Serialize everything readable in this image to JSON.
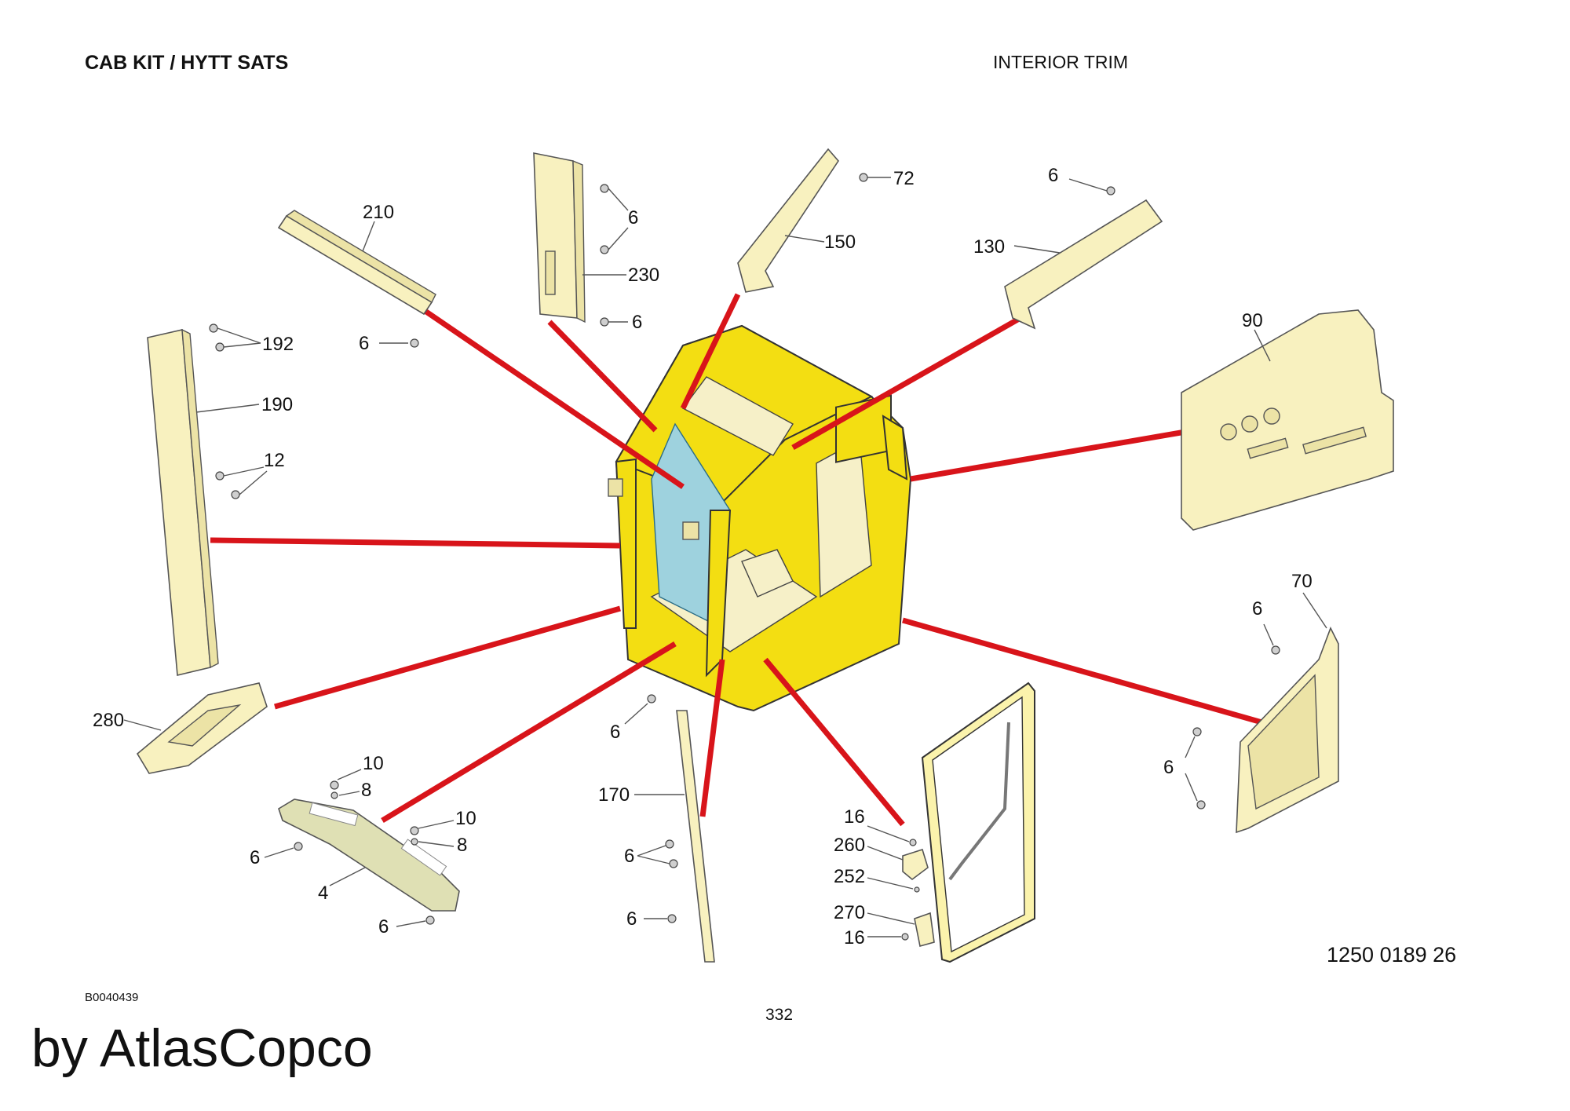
{
  "header": {
    "title": "CAB KIT / HYTT SATS",
    "section": "INTERIOR TRIM"
  },
  "footer": {
    "reference": "B0040439",
    "page_number": "332",
    "drawing_number": "1250 0189 26",
    "brand": "by AtlasCopco"
  },
  "callouts": {
    "c210": "210",
    "c6_210": "6",
    "c6_230a": "6",
    "c230": "230",
    "c6_230b": "6",
    "c72": "72",
    "c150": "150",
    "c6_130": "6",
    "c130": "130",
    "c192": "192",
    "c190": "190",
    "c12": "12",
    "c90": "90",
    "c70": "70",
    "c6_70a": "6",
    "c6_70b": "6",
    "c280": "280",
    "c10a": "10",
    "c8a": "8",
    "c10b": "10",
    "c8b": "8",
    "c6_4a": "6",
    "c4": "4",
    "c6_4b": "6",
    "c6_170a": "6",
    "c170": "170",
    "c6_170b": "6",
    "c6_170c": "6",
    "c16a": "16",
    "c260": "260",
    "c252": "252",
    "c270": "270",
    "c16b": "16"
  },
  "colors": {
    "cab": "#f3de12",
    "trim": "#f8f1bf",
    "indicator": "#d8141a",
    "glass": "#9ed2de"
  }
}
